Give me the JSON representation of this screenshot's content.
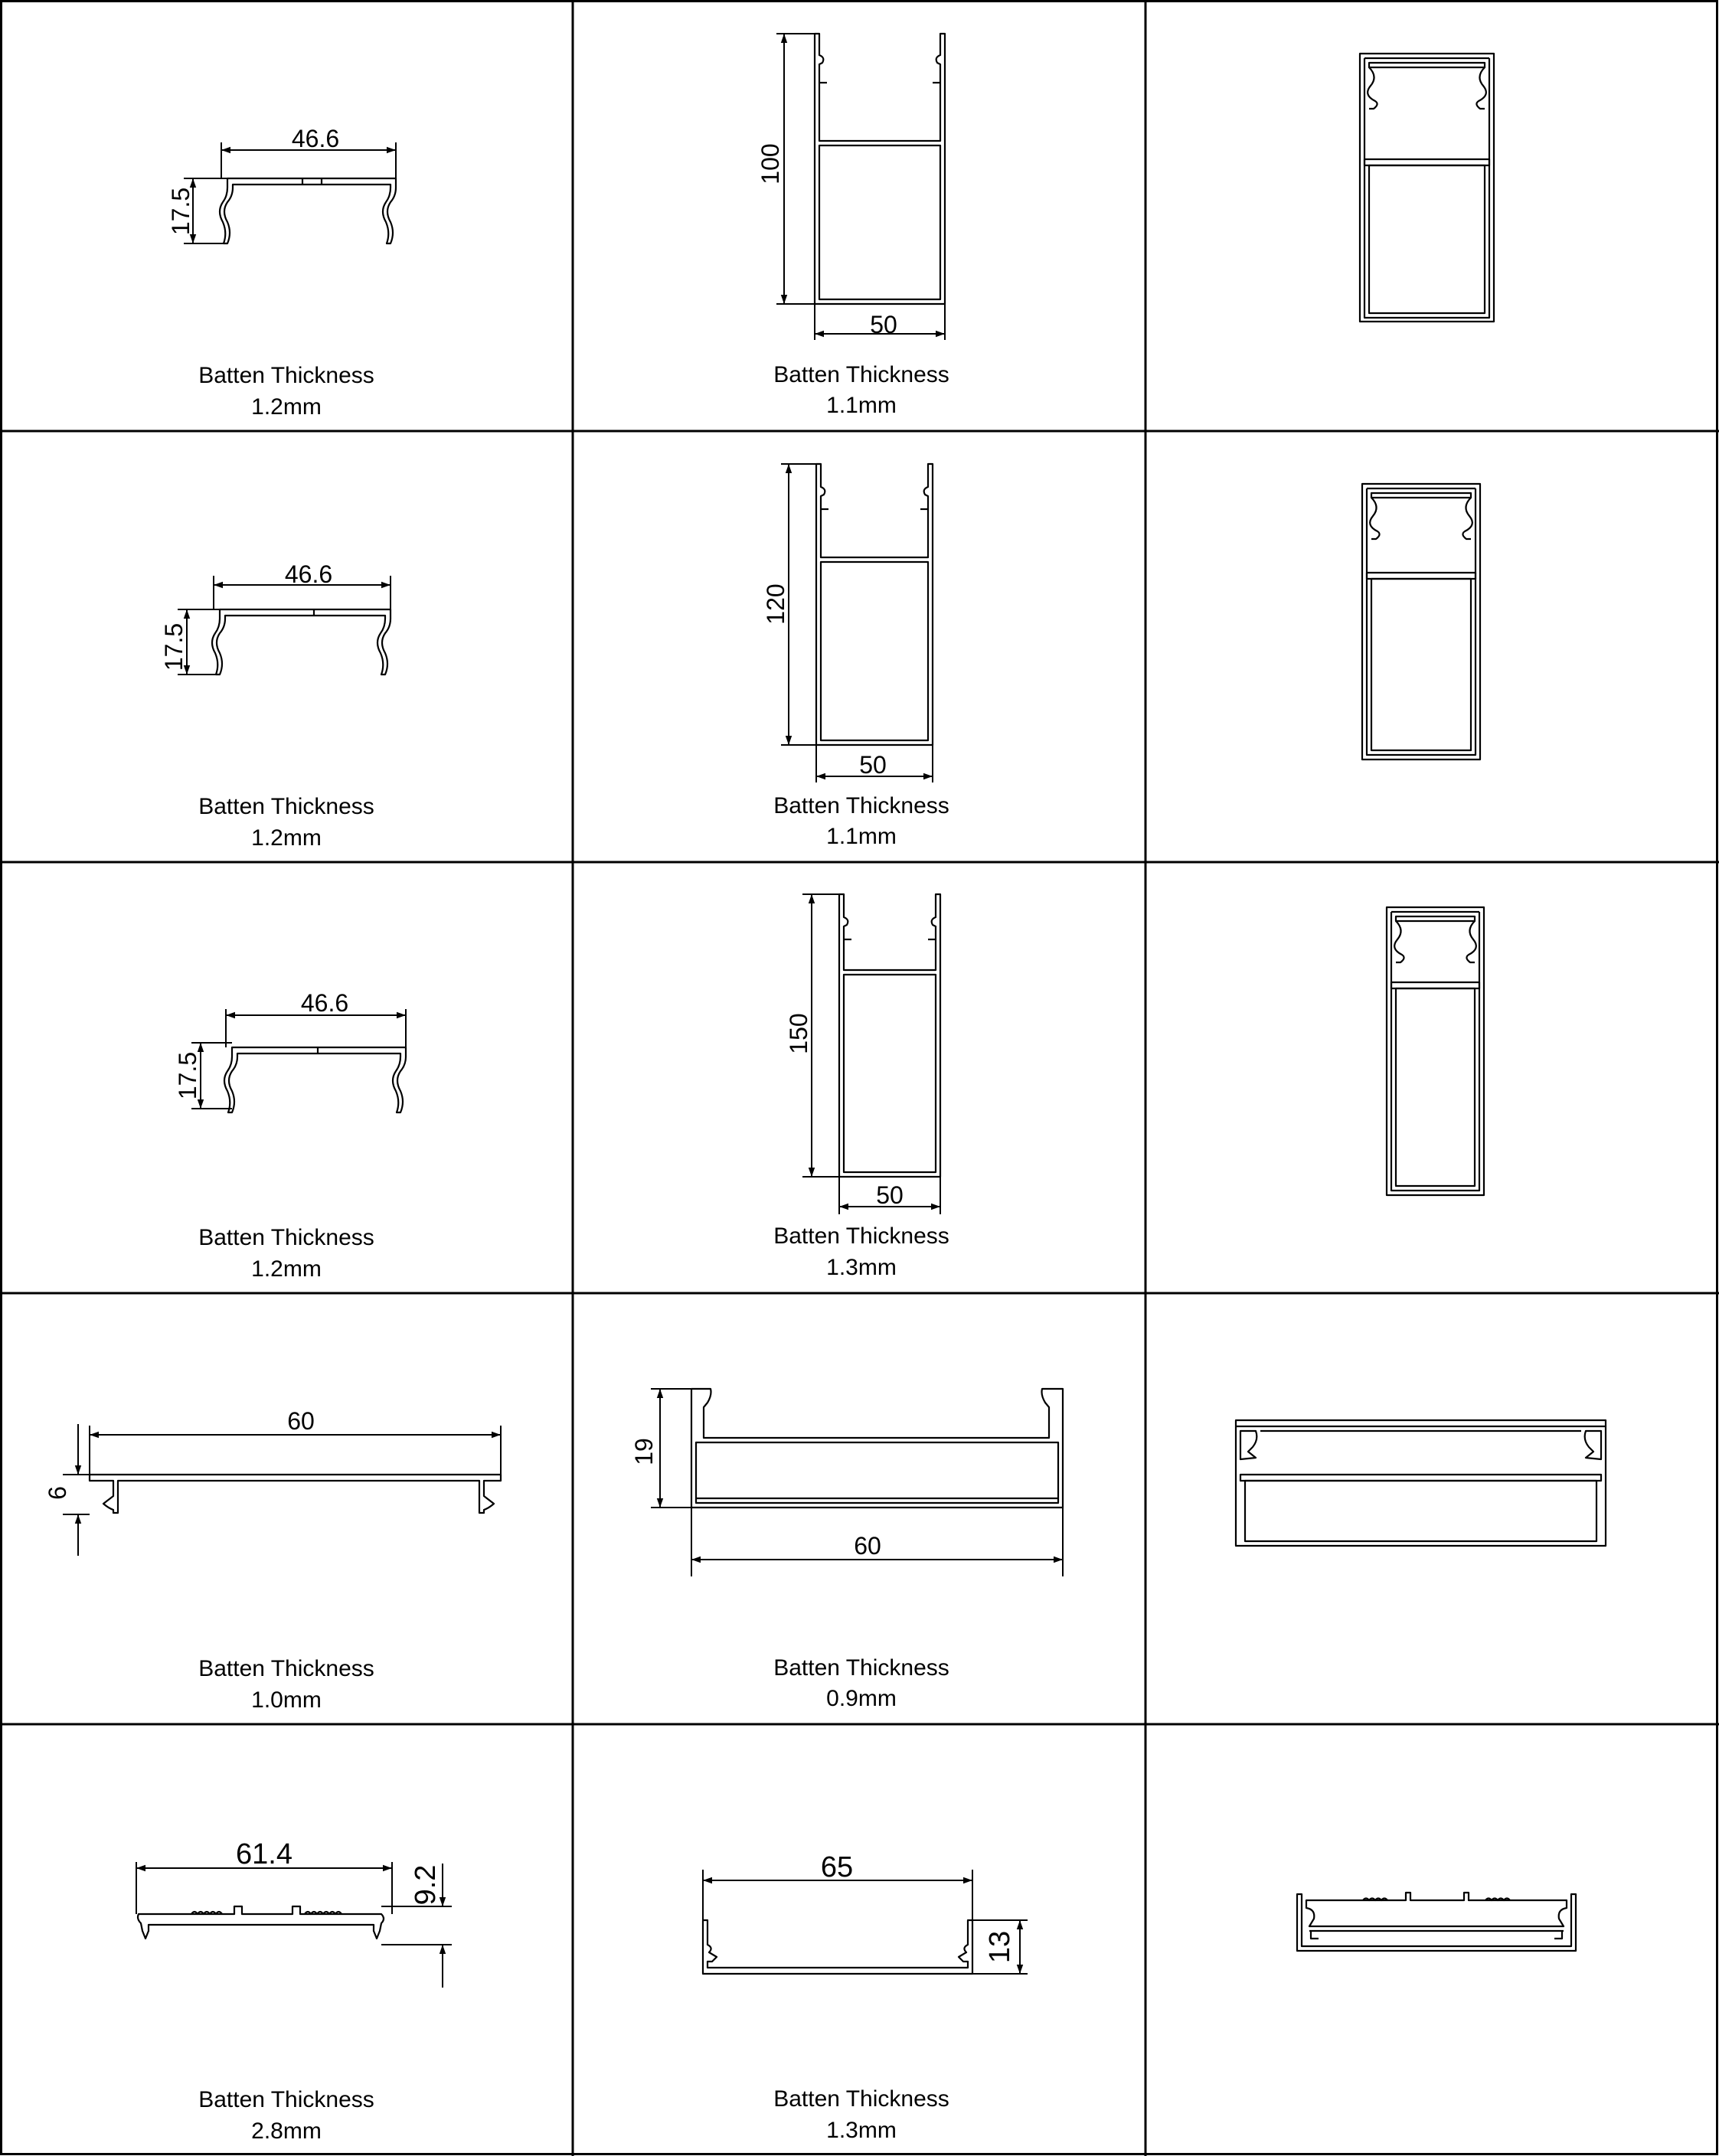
{
  "caption_title": "Batten Thickness",
  "cells": [
    {
      "dims": [
        "46.6",
        "17.5"
      ],
      "thickness": "1.2mm"
    },
    {
      "dims": [
        "100",
        "50"
      ],
      "thickness": "1.1mm"
    },
    {
      "dims": [],
      "thickness": ""
    },
    {
      "dims": [
        "46.6",
        "17.5"
      ],
      "thickness": "1.2mm"
    },
    {
      "dims": [
        "120",
        "50"
      ],
      "thickness": "1.1mm"
    },
    {
      "dims": [],
      "thickness": ""
    },
    {
      "dims": [
        "46.6",
        "17.5"
      ],
      "thickness": "1.2mm"
    },
    {
      "dims": [
        "150",
        "50"
      ],
      "thickness": "1.3mm"
    },
    {
      "dims": [],
      "thickness": ""
    },
    {
      "dims": [
        "60",
        "6"
      ],
      "thickness": "1.0mm"
    },
    {
      "dims": [
        "19",
        "60"
      ],
      "thickness": "0.9mm"
    },
    {
      "dims": [],
      "thickness": ""
    },
    {
      "dims": [
        "61.4",
        "9.2"
      ],
      "thickness": "2.8mm"
    },
    {
      "dims": [
        "65",
        "13"
      ],
      "thickness": "1.3mm"
    },
    {
      "dims": [],
      "thickness": ""
    }
  ]
}
